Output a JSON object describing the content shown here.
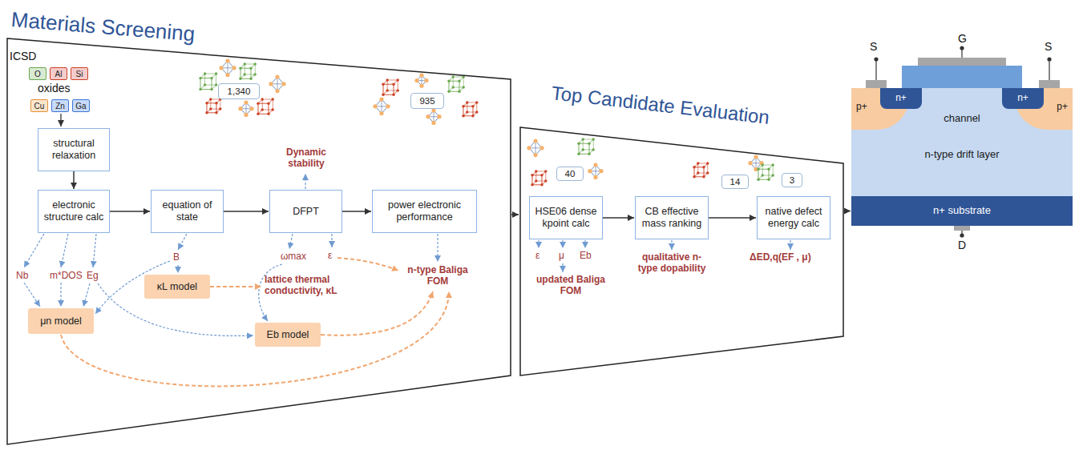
{
  "diagram": {
    "nodes": [
      {
        "text": [
          "Materials Screening"
        ]
      },
      {
        "text": [
          "Top Candidate Evaluation"
        ]
      },
      {
        "text": [
          "O"
        ],
        "in": 0
      },
      {
        "text": [
          "Al"
        ],
        "in": 0
      },
      {
        "text": [
          "Si"
        ],
        "in": 0
      },
      {
        "text": [
          "Cu"
        ],
        "in": 0
      },
      {
        "text": [
          "Zn"
        ],
        "in": 0
      },
      {
        "text": [
          "Ga"
        ],
        "in": 0
      },
      {
        "text": [
          "structural relaxation"
        ],
        "in": 0
      },
      {
        "text": [
          "electronic structure calc"
        ],
        "in": 0
      },
      {
        "text": [
          "1,340"
        ],
        "in": 0
      },
      {
        "text": [
          "equation of state"
        ],
        "in": 0
      },
      {
        "text": [
          "DFPT"
        ],
        "in": 0
      },
      {
        "text": [
          "935"
        ],
        "in": 0
      },
      {
        "text": [
          "power electronic performance"
        ],
        "in": 0
      },
      {
        "text": [
          "μn model"
        ],
        "in": 0
      },
      {
        "text": [
          "κL model"
        ],
        "in": 0
      },
      {
        "text": [
          "Eb model"
        ],
        "in": 0
      },
      {
        "text": [
          "40"
        ],
        "in": 1
      },
      {
        "text": [
          "HSE06 dense kpoint calc"
        ],
        "in": 1
      },
      {
        "text": [
          "14"
        ],
        "in": 1
      },
      {
        "text": [
          "CB effective mass ranking"
        ],
        "in": 1
      },
      {
        "text": [
          "3"
        ],
        "in": 1
      },
      {
        "text": [
          "native defect energy calc"
        ],
        "in": 1
      },
      {
        "text": [
          "channel",
          "n-type drift layer"
        ]
      },
      {
        "text": [
          "p+"
        ]
      },
      {
        "text": [
          "n+"
        ]
      },
      {
        "text": [
          "n+"
        ]
      },
      {
        "text": [
          "p+"
        ]
      },
      {
        "text": [
          "n+ substrate"
        ]
      }
    ],
    "edges": [
      {
        "from": 8,
        "to": 9,
        "arrow": "to"
      },
      {
        "from": 9,
        "to": 11,
        "arrow": "to"
      },
      {
        "from": 11,
        "to": 12,
        "arrow": "to"
      },
      {
        "from": 12,
        "to": 14,
        "arrow": "to"
      },
      {
        "from": 0,
        "to": 1,
        "arrow": "to"
      },
      {
        "from": 19,
        "to": 21,
        "arrow": "to"
      },
      {
        "from": 21,
        "to": 23,
        "arrow": "to"
      },
      {
        "from": 1,
        "to": 29,
        "arrow": "to"
      }
    ],
    "labels": [
      "ICSD",
      "oxides",
      "Nb",
      "m*DOS",
      "Eg",
      "B",
      "ωmax",
      "ε",
      "Dynamic stability",
      "lattice thermal conductivity, κL",
      "n-type Baliga FOM",
      "ε",
      "μ",
      "Eb",
      "updated Baliga FOM",
      "qualitative n-type dopability",
      "ΔED,q(EF , μ)",
      "S",
      "G",
      "S",
      "D"
    ]
  }
}
